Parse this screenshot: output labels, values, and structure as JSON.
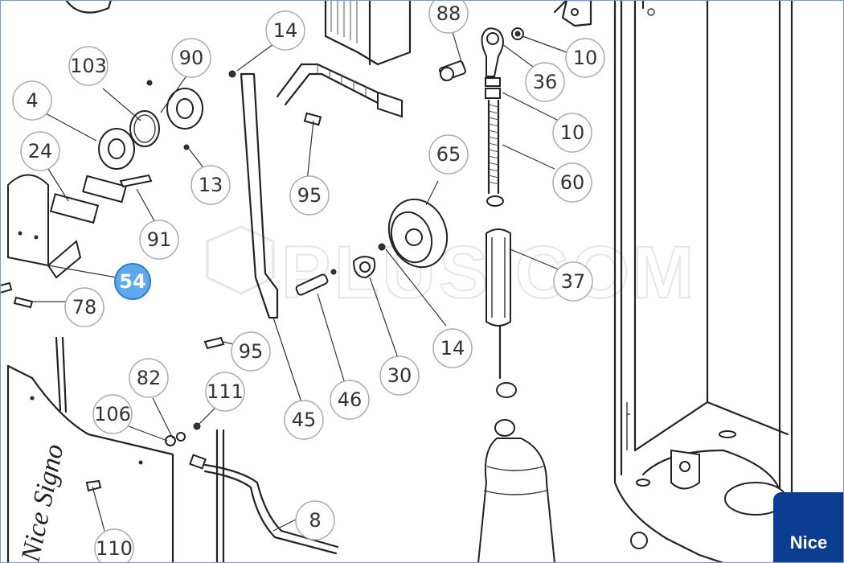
{
  "diagram": {
    "callouts": [
      {
        "id": "c103",
        "label": "103"
      },
      {
        "id": "c90",
        "label": "90"
      },
      {
        "id": "c4",
        "label": "4"
      },
      {
        "id": "c24",
        "label": "24"
      },
      {
        "id": "c13",
        "label": "13"
      },
      {
        "id": "c91",
        "label": "91"
      },
      {
        "id": "c14a",
        "label": "14"
      },
      {
        "id": "c95a",
        "label": "95"
      },
      {
        "id": "c88",
        "label": "88"
      },
      {
        "id": "c10a",
        "label": "10"
      },
      {
        "id": "c36",
        "label": "36"
      },
      {
        "id": "c10b",
        "label": "10"
      },
      {
        "id": "c65",
        "label": "65"
      },
      {
        "id": "c60",
        "label": "60"
      },
      {
        "id": "c37",
        "label": "37"
      },
      {
        "id": "c14b",
        "label": "14"
      },
      {
        "id": "c30",
        "label": "30"
      },
      {
        "id": "c46",
        "label": "46"
      },
      {
        "id": "c45",
        "label": "45"
      },
      {
        "id": "c95b",
        "label": "95"
      },
      {
        "id": "c78",
        "label": "78"
      },
      {
        "id": "c82",
        "label": "82"
      },
      {
        "id": "c111",
        "label": "111"
      },
      {
        "id": "c106",
        "label": "106"
      },
      {
        "id": "c110",
        "label": "110"
      },
      {
        "id": "c8",
        "label": "8"
      }
    ],
    "highlighted": {
      "label": "54",
      "color": "#5ea9ee"
    },
    "side_text": "Nice Signo",
    "watermark": "PLUS.COM"
  },
  "brand": {
    "label": "Nice",
    "color": "#0b3d91"
  }
}
